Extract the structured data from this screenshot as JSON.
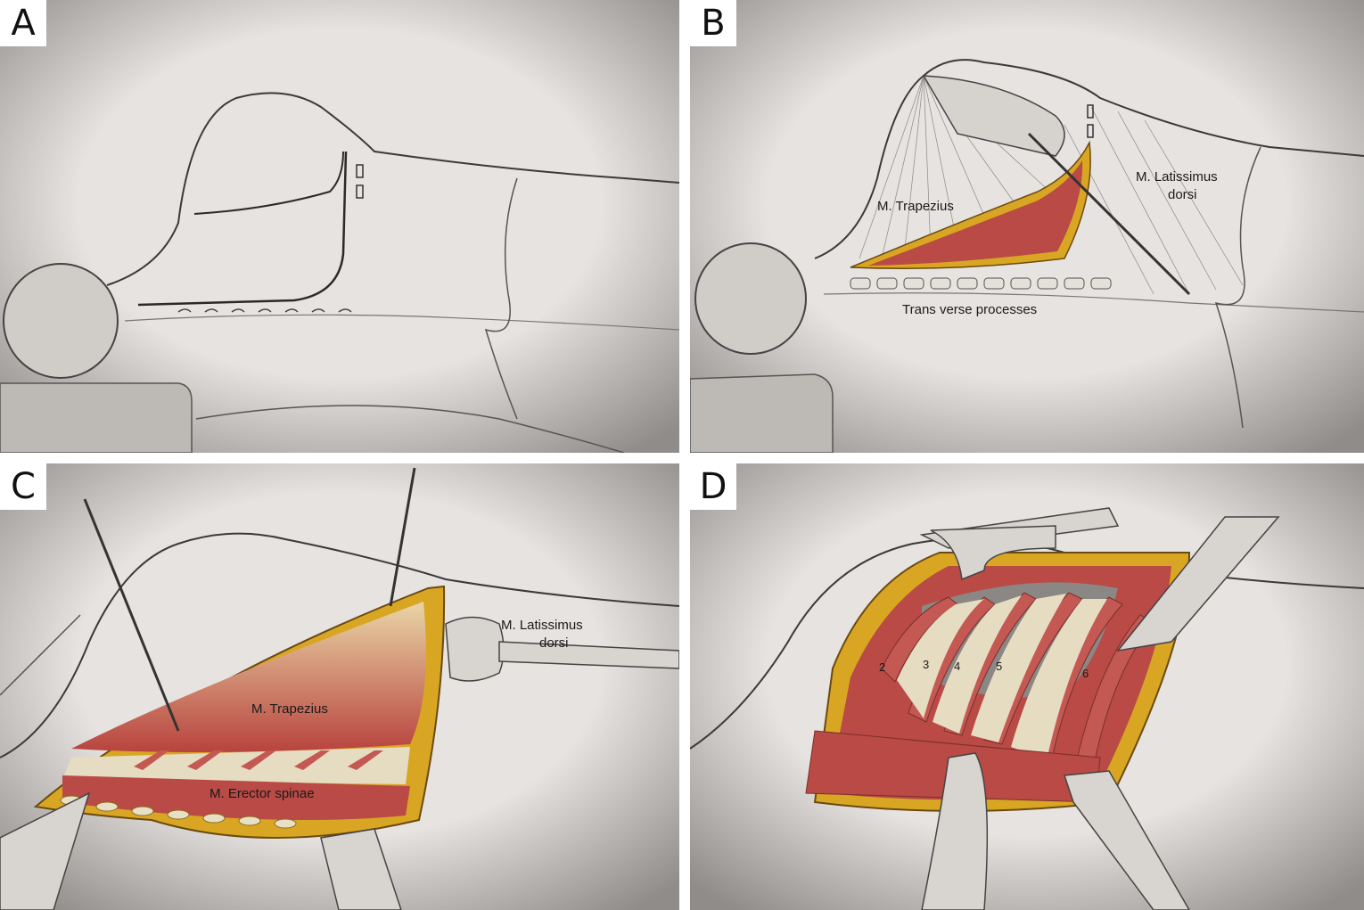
{
  "panels": {
    "a": {
      "letter": "A"
    },
    "b": {
      "letter": "B",
      "labels": {
        "latissimus_line1": "M. Latissimus",
        "latissimus_line2": "dorsi",
        "trapezius": "M. Trapezius",
        "transverse": "Trans verse processes"
      }
    },
    "c": {
      "letter": "C",
      "labels": {
        "latissimus_line1": "M. Latissimus",
        "latissimus_line2": "dorsi",
        "trapezius": "M. Trapezius",
        "erector": "M. Erector spinae"
      }
    },
    "d": {
      "letter": "D",
      "ribs": [
        "2",
        "3",
        "4",
        "5",
        "6"
      ]
    }
  },
  "colors": {
    "paper": "#d9d6d3",
    "muscle": "#b94a45",
    "fat": "#d9a624",
    "bone": "#e8e0c4",
    "pencil": "#3a3a3a"
  }
}
